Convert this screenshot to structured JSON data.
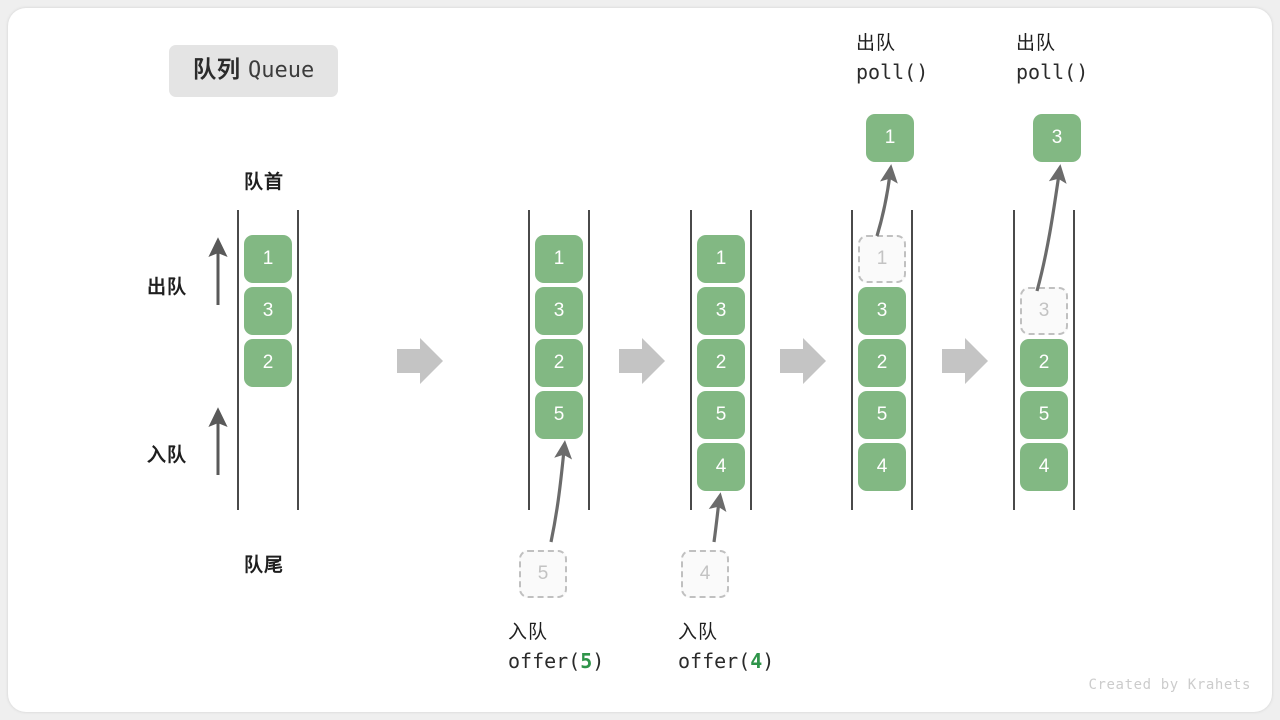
{
  "title": {
    "cn": "队列",
    "en": "Queue"
  },
  "labels": {
    "front": "队首",
    "rear": "队尾",
    "dequeue": "出队",
    "enqueue": "入队"
  },
  "colors": {
    "element": "#82b883",
    "ghost_border": "#c0c0c0",
    "ghost_text": "#c3c3c3",
    "rail": "#4a4a4a",
    "arrow": "#6b6b6b",
    "sep_arrow": "#c4c4c4",
    "badge_bg": "#e4e4e4",
    "code_number": "#2e9449"
  },
  "columns": [
    {
      "name": "initial",
      "items": [
        "1",
        "3",
        "2"
      ],
      "ghost_index": -1
    },
    {
      "name": "after-offer-5",
      "items": [
        "1",
        "3",
        "2",
        "5"
      ],
      "ghost_index": -1
    },
    {
      "name": "after-offer-4",
      "items": [
        "1",
        "3",
        "2",
        "5",
        "4"
      ],
      "ghost_index": -1
    },
    {
      "name": "after-poll-1",
      "items": [
        "1",
        "3",
        "2",
        "5",
        "4"
      ],
      "ghost_index": 0
    },
    {
      "name": "after-poll-3",
      "items": [
        "3",
        "2",
        "5",
        "4"
      ],
      "ghost_index": 0
    }
  ],
  "operations": [
    {
      "name": "offer-5",
      "cn": "入队",
      "fn": "offer(",
      "arg": "5",
      "close": ")",
      "ghost": "5"
    },
    {
      "name": "offer-4",
      "cn": "入队",
      "fn": "offer(",
      "arg": "4",
      "close": ")",
      "ghost": "4"
    },
    {
      "name": "poll-1",
      "cn": "出队",
      "fn": "poll(",
      "arg": "",
      "close": ")",
      "popped": "1"
    },
    {
      "name": "poll-3",
      "cn": "出队",
      "fn": "poll(",
      "arg": "",
      "close": ")",
      "popped": "3"
    }
  ],
  "watermark": "Created by Krahets"
}
